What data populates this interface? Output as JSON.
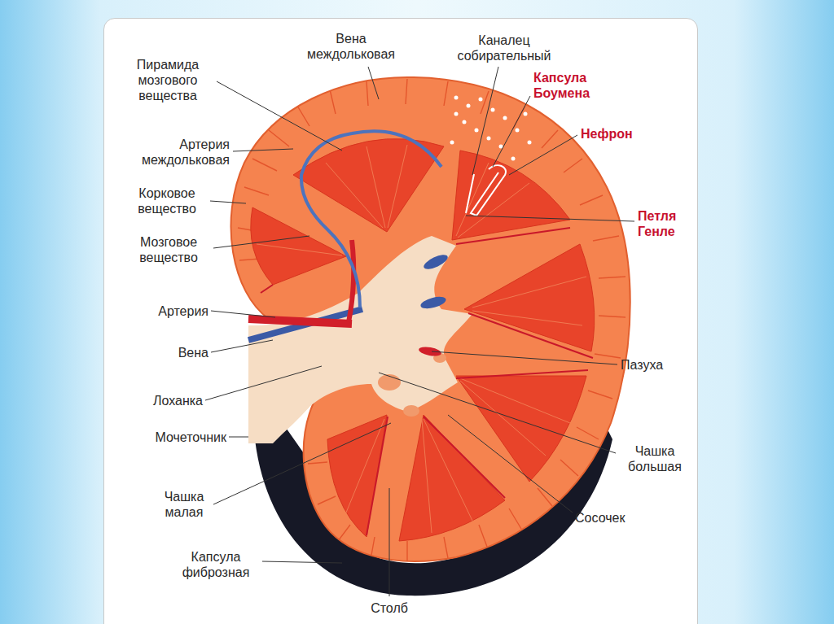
{
  "diagram": {
    "labels": [
      "Вена междольковая",
      "Каналец собирательный",
      "Пирамида мозгового вещества",
      "Капсула Боумена",
      "Нефрон",
      "Артерия междольковая",
      "Корковое вещество",
      "Петля Генле",
      "Мозговое вещество",
      "Артерия",
      "Вена",
      "Пазуха",
      "Лоханка",
      "Мочеточник",
      "Чашка большая",
      "Чашка малая",
      "Сосочек",
      "Капсула фиброзная",
      "Столб"
    ]
  }
}
